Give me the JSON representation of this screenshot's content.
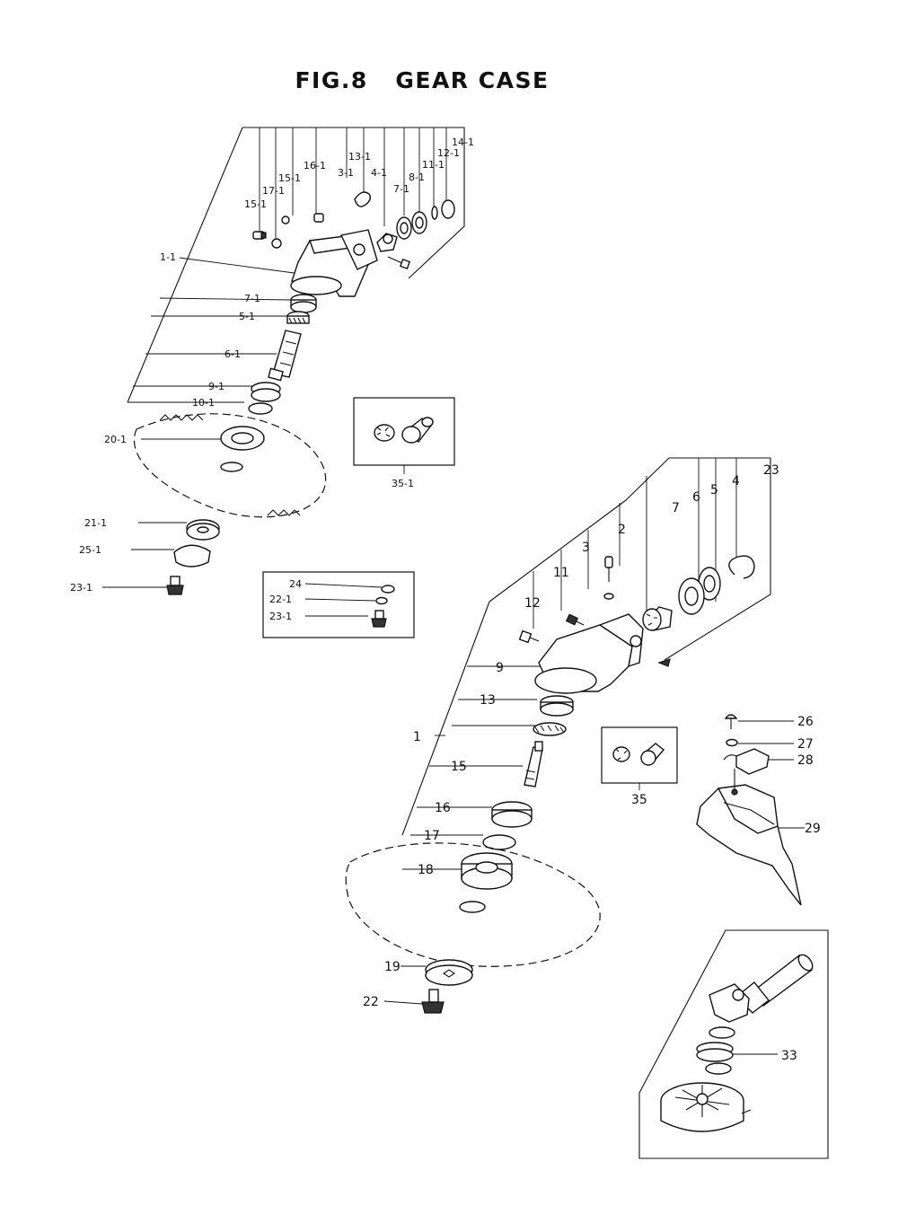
{
  "figure": {
    "title": "FIG.8   GEAR CASE"
  },
  "labels_upper": {
    "l_14_1": "14-1",
    "l_12_1": "12-1",
    "l_11_1": "11-1",
    "l_13_1": "13-1",
    "l_8_1": "8-1",
    "l_16_1": "16-1",
    "l_3_1": "3-1",
    "l_4_1": "4-1",
    "l_7_1_top": "7-1",
    "l_15_1_a": "15-1",
    "l_17_1": "17-1",
    "l_15_1_b": "15-1",
    "l_1_1": "1-1",
    "l_7_1": "7-1",
    "l_5_1": "5-1",
    "l_6_1": "6-1",
    "l_9_1": "9-1",
    "l_10_1": "10-1",
    "l_20_1": "20-1",
    "l_21_1": "21-1",
    "l_25_1": "25-1",
    "l_23_1": "23-1",
    "l_35_1": "35-1"
  },
  "inset_box_washers": {
    "l_24": "24",
    "l_22_1": "22-1",
    "l_23_1": "23-1"
  },
  "labels_lower": {
    "l_23": "23",
    "l_4": "4",
    "l_5": "5",
    "l_6": "6",
    "l_7": "7",
    "l_2": "2",
    "l_3": "3",
    "l_11": "11",
    "l_12": "12",
    "l_9": "9",
    "l_13": "13",
    "l_1": "1",
    "l_15": "15",
    "l_16": "16",
    "l_17": "17",
    "l_18": "18",
    "l_19": "19",
    "l_22": "22",
    "l_35": "35",
    "l_26": "26",
    "l_27": "27",
    "l_28": "28",
    "l_29": "29",
    "l_33": "33"
  }
}
